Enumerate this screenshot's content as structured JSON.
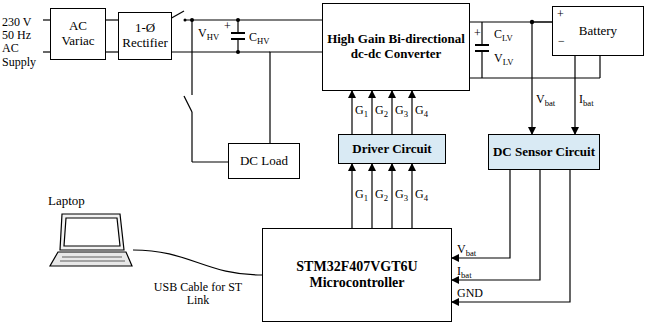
{
  "diagram": {
    "nodes": [
      {
        "text": [
          "AC Variac"
        ]
      },
      {
        "text": [
          "1-Ø Rectifier"
        ]
      },
      {
        "text": [
          "High Gain Bi-directional dc-dc Converter"
        ]
      },
      {
        "text": [
          "Battery"
        ]
      },
      {
        "text": [
          "DC Load"
        ]
      },
      {
        "text": [
          "Driver Circuit"
        ]
      },
      {
        "text": [
          "DC Sensor Circuit"
        ]
      },
      {
        "text": [
          "Laptop"
        ]
      },
      {
        "text": [
          "STM32F407VGT6U Microcontroller"
        ]
      }
    ],
    "edges": [
      {
        "from": 0,
        "to": 1,
        "arrow": "none"
      },
      {
        "from": 1,
        "to": 2,
        "arrow": "none"
      },
      {
        "from": 2,
        "to": 3,
        "arrow": "none"
      },
      {
        "from": 4,
        "to": 2,
        "arrow": "none"
      },
      {
        "from": 5,
        "to": 2,
        "arrow": "to",
        "label": "G1"
      },
      {
        "from": 5,
        "to": 2,
        "arrow": "to",
        "label": "G2"
      },
      {
        "from": 5,
        "to": 2,
        "arrow": "to",
        "label": "G3"
      },
      {
        "from": 5,
        "to": 2,
        "arrow": "to",
        "label": "G4"
      },
      {
        "from": 8,
        "to": 5,
        "arrow": "to",
        "label": "G1"
      },
      {
        "from": 8,
        "to": 5,
        "arrow": "to",
        "label": "G2"
      },
      {
        "from": 8,
        "to": 5,
        "arrow": "to",
        "label": "G3"
      },
      {
        "from": 8,
        "to": 5,
        "arrow": "to",
        "label": "G4"
      },
      {
        "from": 3,
        "to": 6,
        "arrow": "to",
        "label": "Vbat"
      },
      {
        "from": 3,
        "to": 6,
        "arrow": "to",
        "label": "Ibat"
      },
      {
        "from": 6,
        "to": 8,
        "arrow": "to",
        "label": "Vbat"
      },
      {
        "from": 6,
        "to": 8,
        "arrow": "to",
        "label": "Ibat"
      },
      {
        "from": 6,
        "to": 8,
        "arrow": "to",
        "label": "GND"
      },
      {
        "from": 7,
        "to": 8,
        "arrow": "none",
        "label": "USB Cable for ST Link"
      }
    ],
    "labels": [
      "230 V 50 Hz AC Supply",
      "VHV",
      "+",
      "CHV",
      "+",
      "CLV",
      "VLV",
      "+",
      "−"
    ]
  }
}
